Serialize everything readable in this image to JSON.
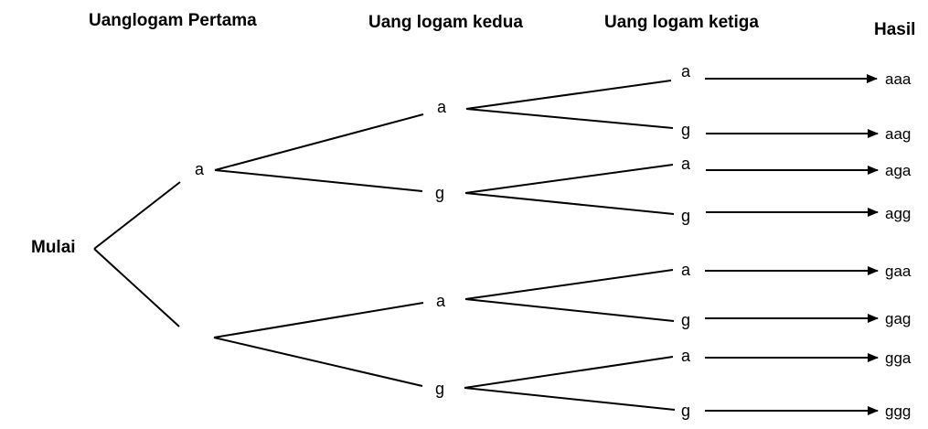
{
  "headers": {
    "coin1": "Uanglogam Pertama",
    "coin2": "Uang logam kedua",
    "coin3": "Uang logam ketiga",
    "result": "Hasil"
  },
  "start_label": "Mulai",
  "level1": [
    "a",
    ""
  ],
  "level2": [
    "a",
    "g",
    "a",
    "g"
  ],
  "level3": [
    "a",
    "g",
    "a",
    "g",
    "a",
    "g",
    "a",
    "g"
  ],
  "results": [
    "aaa",
    "aag",
    "aga",
    "agg",
    "gaa",
    "gag",
    "gga",
    "ggg"
  ]
}
